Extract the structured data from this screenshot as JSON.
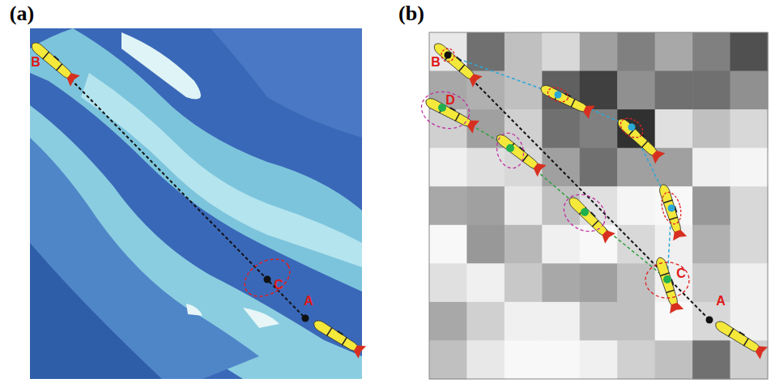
{
  "diagram": {
    "labels": [
      "(a)",
      "(b)",
      "B",
      "C",
      "A",
      "B",
      "D",
      "C",
      "A"
    ]
  }
}
